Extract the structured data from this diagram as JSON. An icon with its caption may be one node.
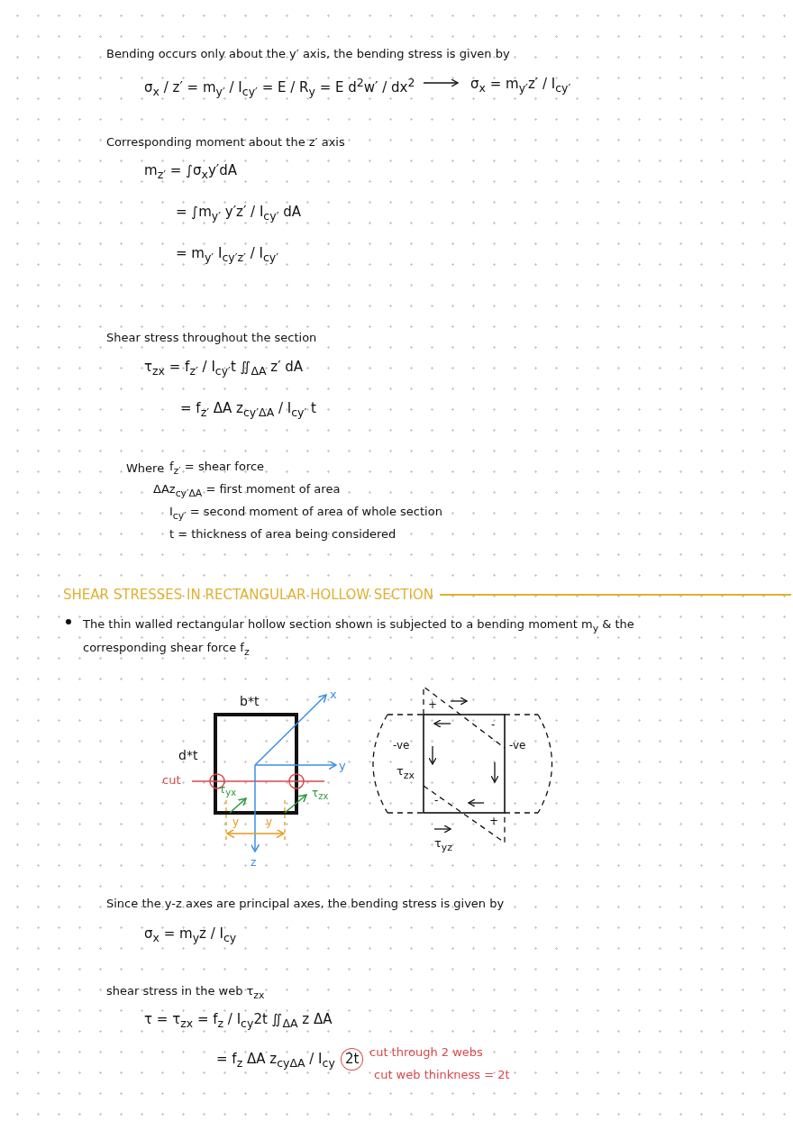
{
  "diagram": {
    "labels": [
      "Bending occurs only about the y′ axis, the bending stress is given by",
      "σ$_{x}$ / z′ = m$_{y′}$ / I$_{cy′}$ = E / R$_{y}$ = E d$^{2}$w′ / dx$^{2}$",
      "σ$_{x}$ = m$_{y′}$z′ / I$_{cy′}$",
      "Corresponding moment about the z′ axis",
      "m$_{z′}$ = ∫σ$_{x}$y′dA",
      "= ∫m$_{y′}$ y′z′ / I$_{cy′}$ dA",
      "= m$_{y′}$ I$_{cy′z′}$ / I$_{cy′}$",
      "Shear stress throughout the section",
      "τ$_{zx}$ = f$_{z′}$ / I$_{cy′}$t ∬$_{ΔA}$ z′ dA",
      "= f$_{z′}$ ΔA z$_{cy′ΔA}$ / I$_{cy′}$ t",
      "Where",
      "f$_{z′}$ = shear force",
      "ΔAz$_{cy′ΔA}$ = first moment of area",
      "I$_{cy′}$ = second moment of area of whole section",
      "t = thickness of area being considered",
      "SHEAR STRESSES IN RECTANGULAR HOLLOW SECTION",
      "The thin walled rectangular hollow section shown is subjected to a bending moment m$_{y}$ & the corresponding shear force f$_{z}$",
      "b*t",
      "x",
      "d*t",
      "y",
      "cut",
      "τ$_{yx}$",
      "τ$_{zx}$",
      "y",
      "y",
      "z",
      "+",
      "-",
      "-ve",
      "-ve",
      "τ$_{zx}$",
      "-",
      "+",
      "τ$_{yz}$",
      "Since the y-z axes are principal axes, the bending stress is given by",
      "σ$_{x}$ = m$_{y}$z / I$_{cy}$",
      "shear stress in the web τ$_{zx}$",
      "τ = τ$_{zx}$ = f$_{z}$ / I$_{cy}$2t ∬$_{ΔA}$ z ΔA",
      "= f$_{z}$ ΔA z$_{cyΔA}$ / I$_{cy}$",
      "2t",
      "cut through 2 webs",
      "cut web thinkness = 2t"
    ]
  }
}
